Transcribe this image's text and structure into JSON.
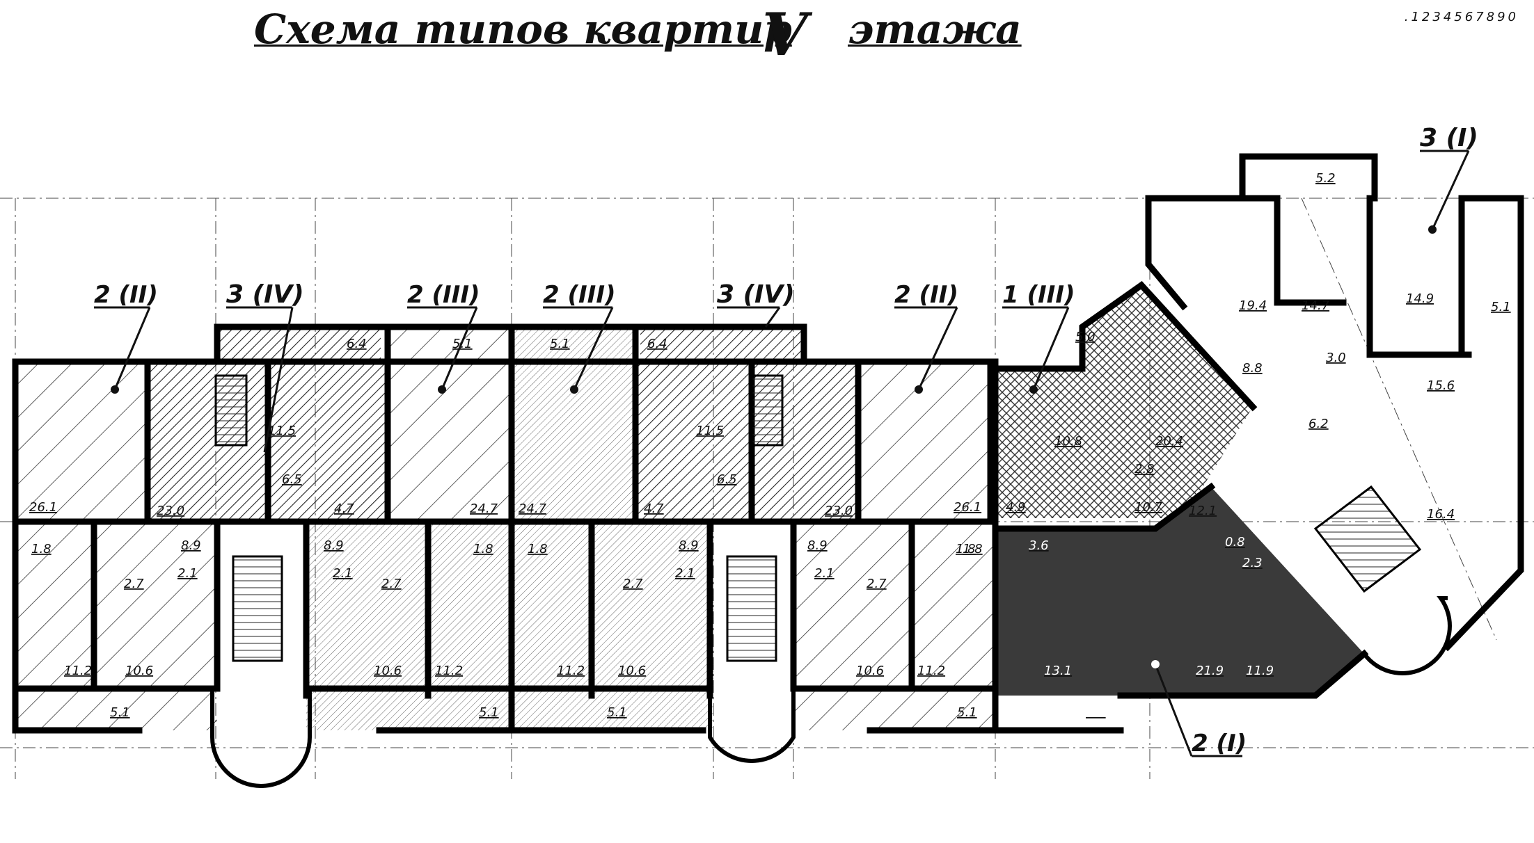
{
  "title": {
    "part1": "Схема типов квартир",
    "part2": "V",
    "part3": "этажа",
    "digits": ".1234567890"
  },
  "apartment_labels": [
    {
      "id": "a1",
      "text": "2 (II)"
    },
    {
      "id": "a2",
      "text": "3 (IV)"
    },
    {
      "id": "a3",
      "text": "2 (III)"
    },
    {
      "id": "a4",
      "text": "2 (III)"
    },
    {
      "id": "a5",
      "text": "3 (IV)"
    },
    {
      "id": "a6",
      "text": "2 (II)"
    },
    {
      "id": "a7",
      "text": "1 (III)"
    },
    {
      "id": "a8",
      "text": "3 (I)"
    },
    {
      "id": "a9",
      "text": "2 (I)"
    }
  ],
  "room_areas": [
    "26.1",
    "23.0",
    "11.5",
    "6.5",
    "4.7",
    "6.4",
    "5.1",
    "24.7",
    "5.1",
    "24.7",
    "6.4",
    "11.5",
    "6.5",
    "4.7",
    "23.0",
    "26.1",
    "1.8",
    "8.9",
    "2.1",
    "2.7",
    "1.8",
    "8.9",
    "2.1",
    "2.7",
    "1.8",
    "1.8",
    "8.9",
    "2.1",
    "2.7",
    "8.9",
    "2.1",
    "2.7",
    "1.8",
    "11.2",
    "10.6",
    "5.1",
    "10.6",
    "11.2",
    "5.1",
    "11.2",
    "10.6",
    "5.1",
    "10.6",
    "11.2",
    "5.1",
    "5.0",
    "10.8",
    "20.4",
    "2.8",
    "4.9",
    "10.7",
    "3.6",
    "12.1",
    "0.8",
    "2.3",
    "13.1",
    "21.9",
    "11.9",
    "5.1",
    "5.2",
    "19.4",
    "14.7",
    "14.9",
    "5.1",
    "3.0",
    "8.8",
    "15.6",
    "6.2",
    "16.4"
  ]
}
